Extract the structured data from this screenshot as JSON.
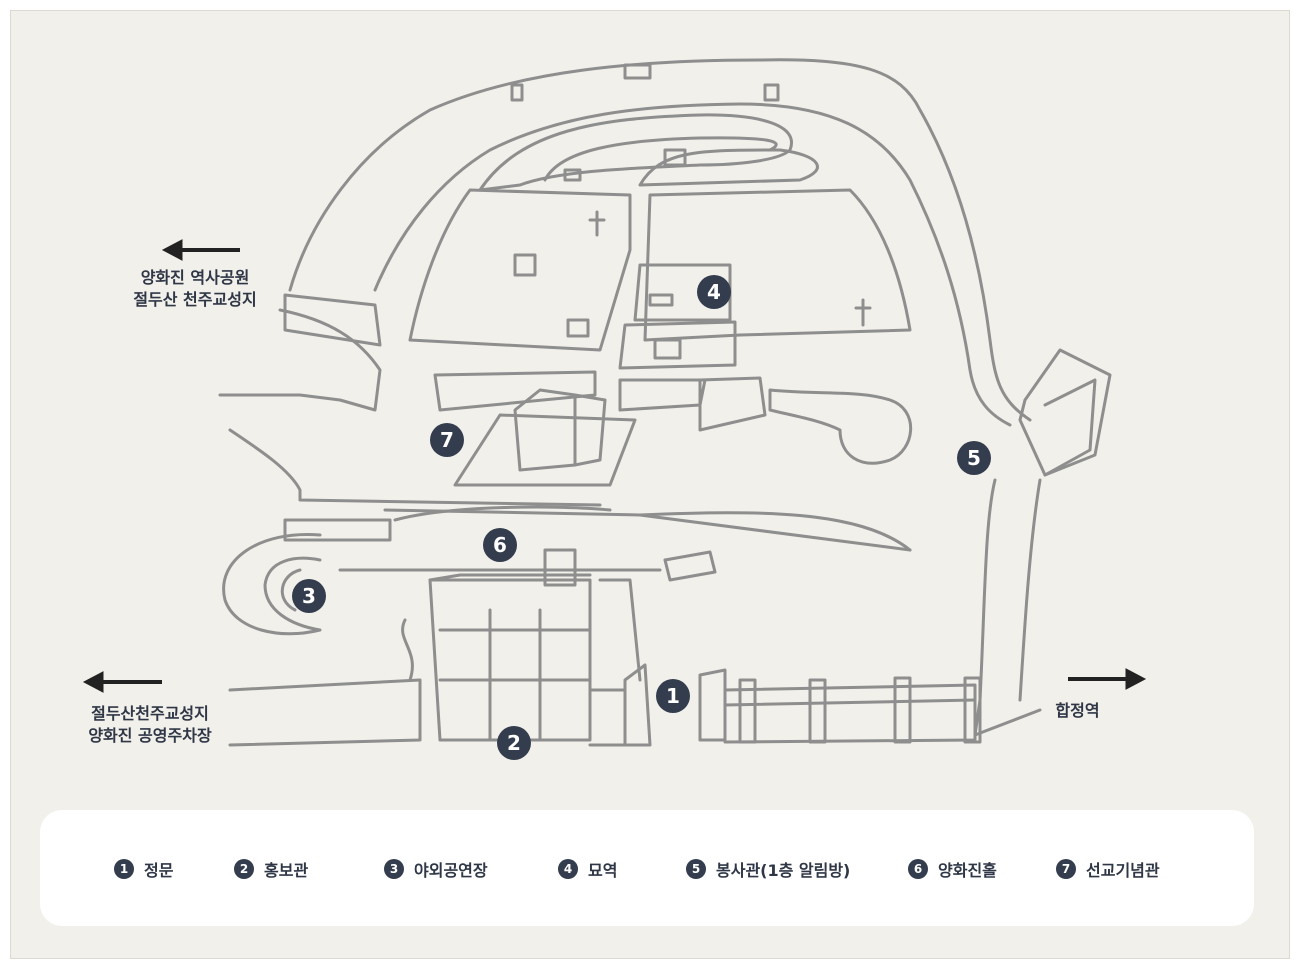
{
  "map": {
    "markers": [
      "1",
      "2",
      "3",
      "4",
      "5",
      "6",
      "7"
    ],
    "directions": {
      "top_left": {
        "line1": "양화진 역사공원",
        "line2": "절두산 천주교성지"
      },
      "bottom_left": {
        "line1": "절두산천주교성지",
        "line2": "양화진 공영주차장"
      },
      "right": {
        "line1": "합정역"
      }
    }
  },
  "legend": {
    "items": [
      {
        "num": "1",
        "label": "정문"
      },
      {
        "num": "2",
        "label": "홍보관"
      },
      {
        "num": "3",
        "label": "야외공연장"
      },
      {
        "num": "4",
        "label": "묘역"
      },
      {
        "num": "5",
        "label": "봉사관(1층 알림방)"
      },
      {
        "num": "6",
        "label": "양화진홀"
      },
      {
        "num": "7",
        "label": "선교기념관"
      }
    ]
  },
  "colors": {
    "background": "#f2f0ea",
    "marker": "#333d4e",
    "sketch": "#8a8a8a"
  }
}
